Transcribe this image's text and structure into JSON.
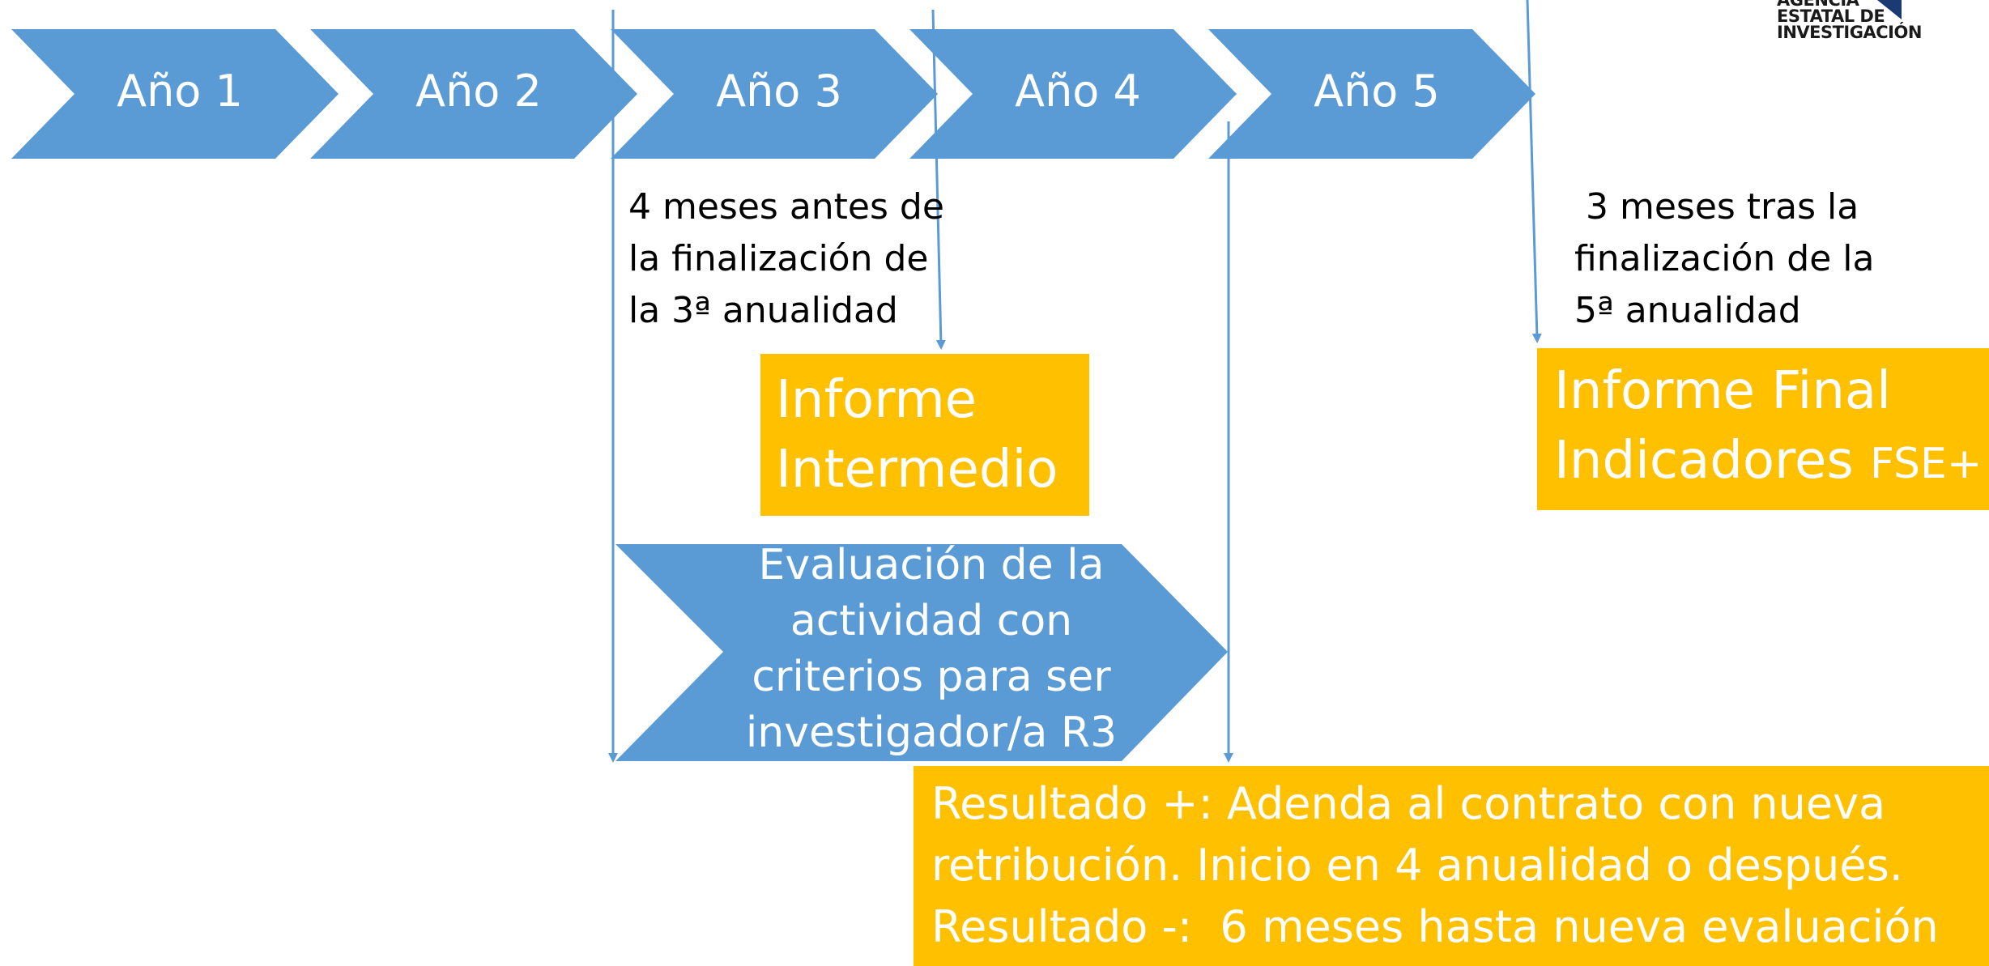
{
  "colors": {
    "chevron_blue": "#5b9bd5",
    "box_yellow": "#ffc000",
    "arrow_line": "#5b9bd5",
    "note_text": "#000000",
    "on_fill_text": "#ffffff",
    "logo_navy": "#1b3a73"
  },
  "timeline": {
    "years": [
      {
        "label": "Año 1"
      },
      {
        "label": "Año 2"
      },
      {
        "label": "Año 3"
      },
      {
        "label": "Año 4"
      },
      {
        "label": "Año 5"
      }
    ]
  },
  "notes": {
    "intermediate_deadline": [
      "4 meses antes de",
      "la finalización de",
      "la 3ª anualidad"
    ],
    "final_deadline": [
      " 3 meses tras la",
      "finalización de la",
      "5ª anualidad"
    ]
  },
  "boxes": {
    "informe_intermedio": [
      "Informe",
      "Intermedio"
    ],
    "informe_final": {
      "line1": "Informe Final",
      "line2_main": "Indicadores ",
      "line2_suffix": "FSE+"
    }
  },
  "evaluation": {
    "lines": [
      "Evaluación de la",
      "actividad con",
      "criterios para ser",
      "investigador/a R3"
    ]
  },
  "result": {
    "lines": [
      "Resultado +: Adenda al contrato con nueva",
      "retribución. Inicio en 4 anualidad o después.",
      "Resultado -:  6 meses hasta nueva evaluación"
    ]
  },
  "logo": {
    "lines": [
      "AGENCIA",
      "ESTATAL DE",
      "INVESTIGACIÓN"
    ],
    "icon": "aei-emblem-icon"
  }
}
